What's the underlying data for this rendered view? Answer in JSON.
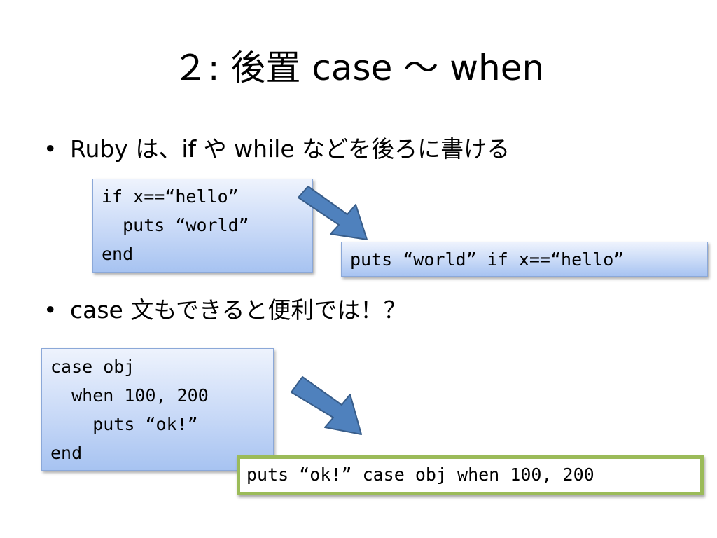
{
  "title": "２: 後置 case 〜 when",
  "bullets": [
    {
      "marker": "•",
      "text": "Ruby は、if や while などを後ろに書ける"
    },
    {
      "marker": "•",
      "text": "case 文もできると便利では！？"
    }
  ],
  "code_blocks": {
    "if_block": "if x==“hello”\n  puts “world”\nend",
    "if_postfix": "puts “world” if x==“hello”",
    "case_block": "case obj\n  when 100, 200\n    puts “ok!”\nend",
    "case_postfix": "puts “ok!” case obj when 100, 200"
  },
  "colors": {
    "code_box_gradient_top": "#eef3fd",
    "code_box_gradient_bottom": "#a7c3f1",
    "arrow_fill": "#4f81bd",
    "arrow_stroke": "#385d8a",
    "highlight_border": "#9bbb59"
  },
  "icons": {
    "arrow1": "arrow-down-right-icon",
    "arrow2": "arrow-down-right-icon"
  }
}
